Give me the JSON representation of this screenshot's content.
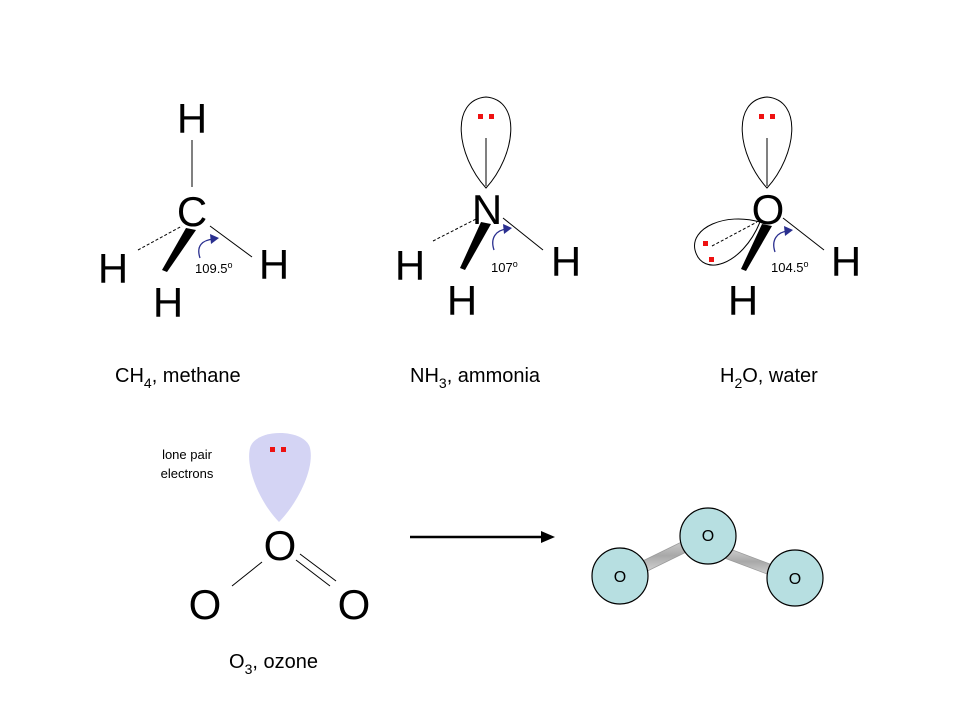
{
  "colors": {
    "lone_pair": "#ee1111",
    "angle_arrow": "#2a2f8f",
    "lone_pair_lobe": "#d4d4f4",
    "ball_fill": "#b7dfe1",
    "ball_stick": "#b0b0b0"
  },
  "methane": {
    "atoms": {
      "top": "H",
      "center": "C",
      "left": "H",
      "right": "H",
      "bottom": "H"
    },
    "angle": "109.5",
    "angle_unit": "o",
    "caption": {
      "prefix": "CH",
      "sub": "4",
      "suffix": ", methane"
    }
  },
  "ammonia": {
    "atoms": {
      "center": "N",
      "left": "H",
      "right": "H",
      "bottom": "H"
    },
    "angle": "107",
    "angle_unit": "o",
    "caption": {
      "prefix": "NH",
      "sub": "3",
      "suffix": ", ammonia"
    }
  },
  "water": {
    "atoms": {
      "center": "O",
      "right": "H",
      "bottom": "H"
    },
    "angle": "104.5",
    "angle_unit": "o",
    "caption": {
      "prefix": "H",
      "sub": "2",
      "suffix": "O, water"
    }
  },
  "ozone": {
    "atoms": {
      "center": "O",
      "left": "O",
      "right": "O"
    },
    "lone_pair_label_line1": "lone pair",
    "lone_pair_label_line2": "electrons",
    "caption": {
      "prefix": "O",
      "sub": "3",
      "suffix": ", ozone"
    },
    "ball_model": {
      "top": "O",
      "left": "O",
      "right": "O"
    }
  }
}
